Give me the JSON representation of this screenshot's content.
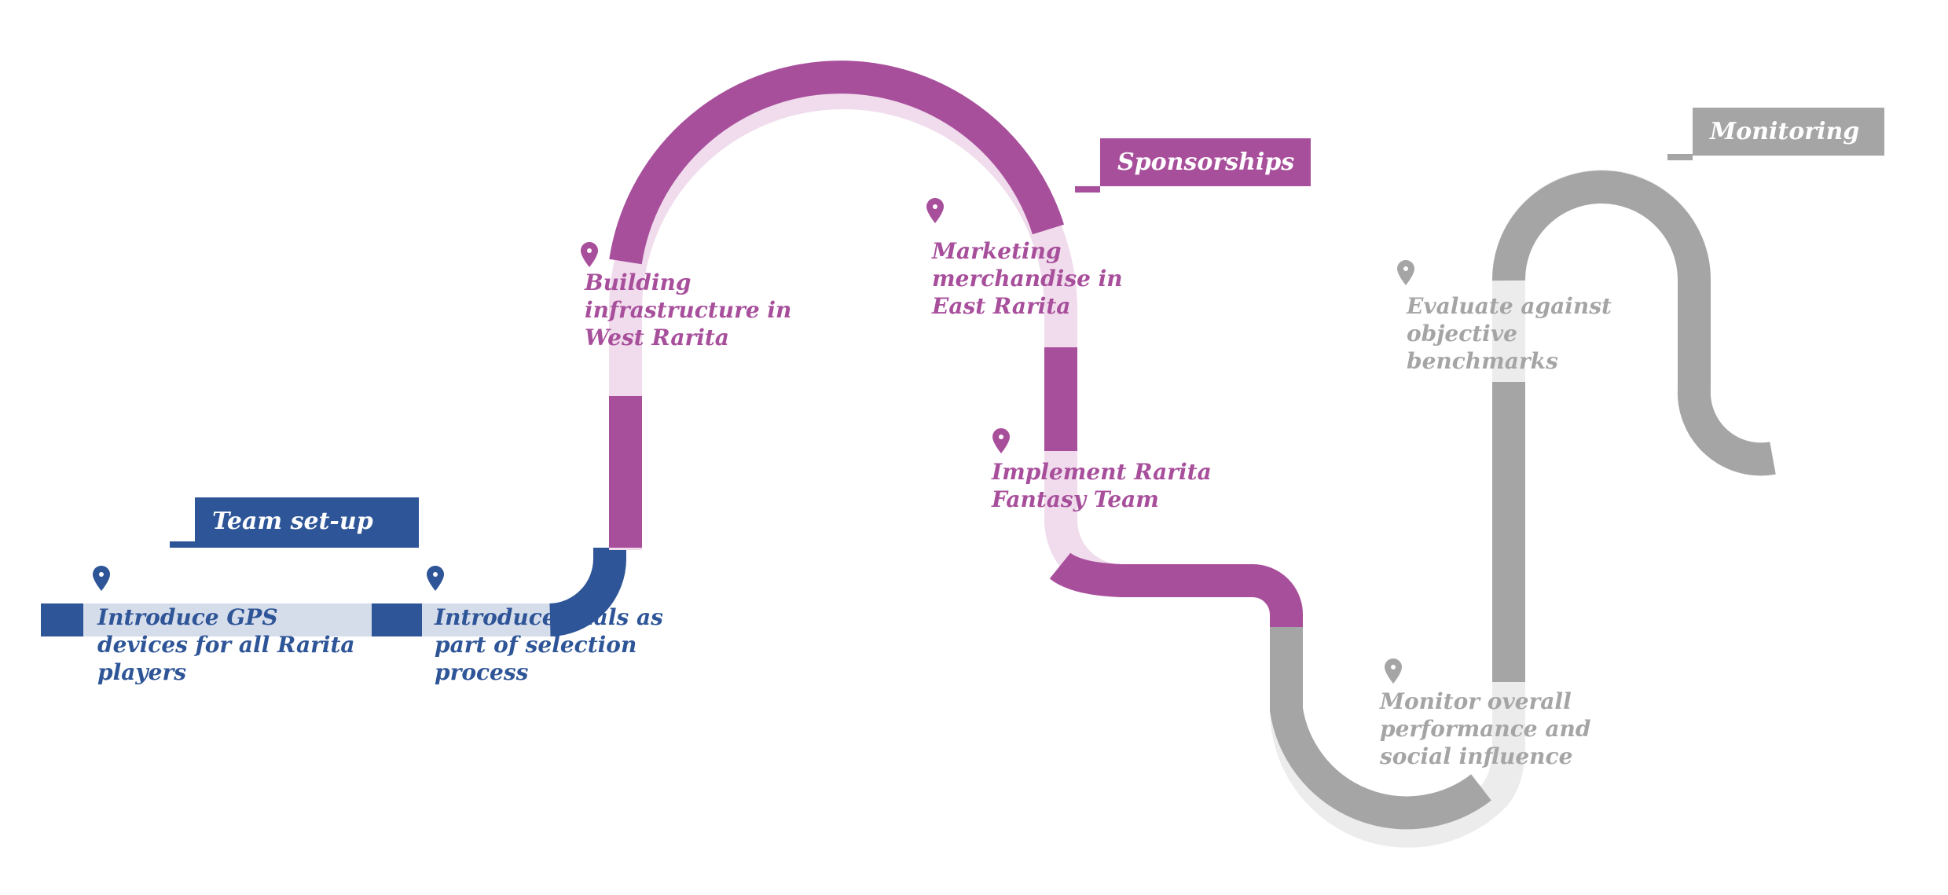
{
  "colors": {
    "blue": "#2e5597",
    "blue_light": "#d5dcea",
    "purple": "#a84f9c",
    "purple_light": "#f0dcec",
    "gray": "#a5a5a5",
    "gray_light": "#ececec"
  },
  "phases": [
    {
      "id": "team",
      "title": "Team set-up",
      "color": "blue"
    },
    {
      "id": "sponsorships",
      "title": "Sponsorships",
      "color": "purple"
    },
    {
      "id": "monitoring",
      "title": "Monitoring",
      "color": "gray"
    }
  ],
  "milestones": [
    {
      "id": "gps",
      "phase": "team",
      "icon": "map-pin-icon",
      "text": "Introduce GPS\ndevices for all Rarita\nplayers"
    },
    {
      "id": "trials",
      "phase": "team",
      "icon": "map-pin-icon",
      "text": "Introduce trials as\npart of selection\nprocess"
    },
    {
      "id": "infrastructure",
      "phase": "sponsorships",
      "icon": "map-pin-icon",
      "text": "Building\ninfrastructure in\nWest Rarita"
    },
    {
      "id": "merchandise",
      "phase": "sponsorships",
      "icon": "map-pin-icon",
      "text": "Marketing\nmerchandise in\nEast Rarita"
    },
    {
      "id": "fantasy",
      "phase": "sponsorships",
      "icon": "map-pin-icon",
      "text": "Implement Rarita\nFantasy Team"
    },
    {
      "id": "monitor",
      "phase": "monitoring",
      "icon": "map-pin-icon",
      "text": "Monitor overall\nperformance and\nsocial influence"
    },
    {
      "id": "evaluate",
      "phase": "monitoring",
      "icon": "map-pin-icon",
      "text": "Evaluate against\nobjective\nbenchmarks"
    }
  ]
}
